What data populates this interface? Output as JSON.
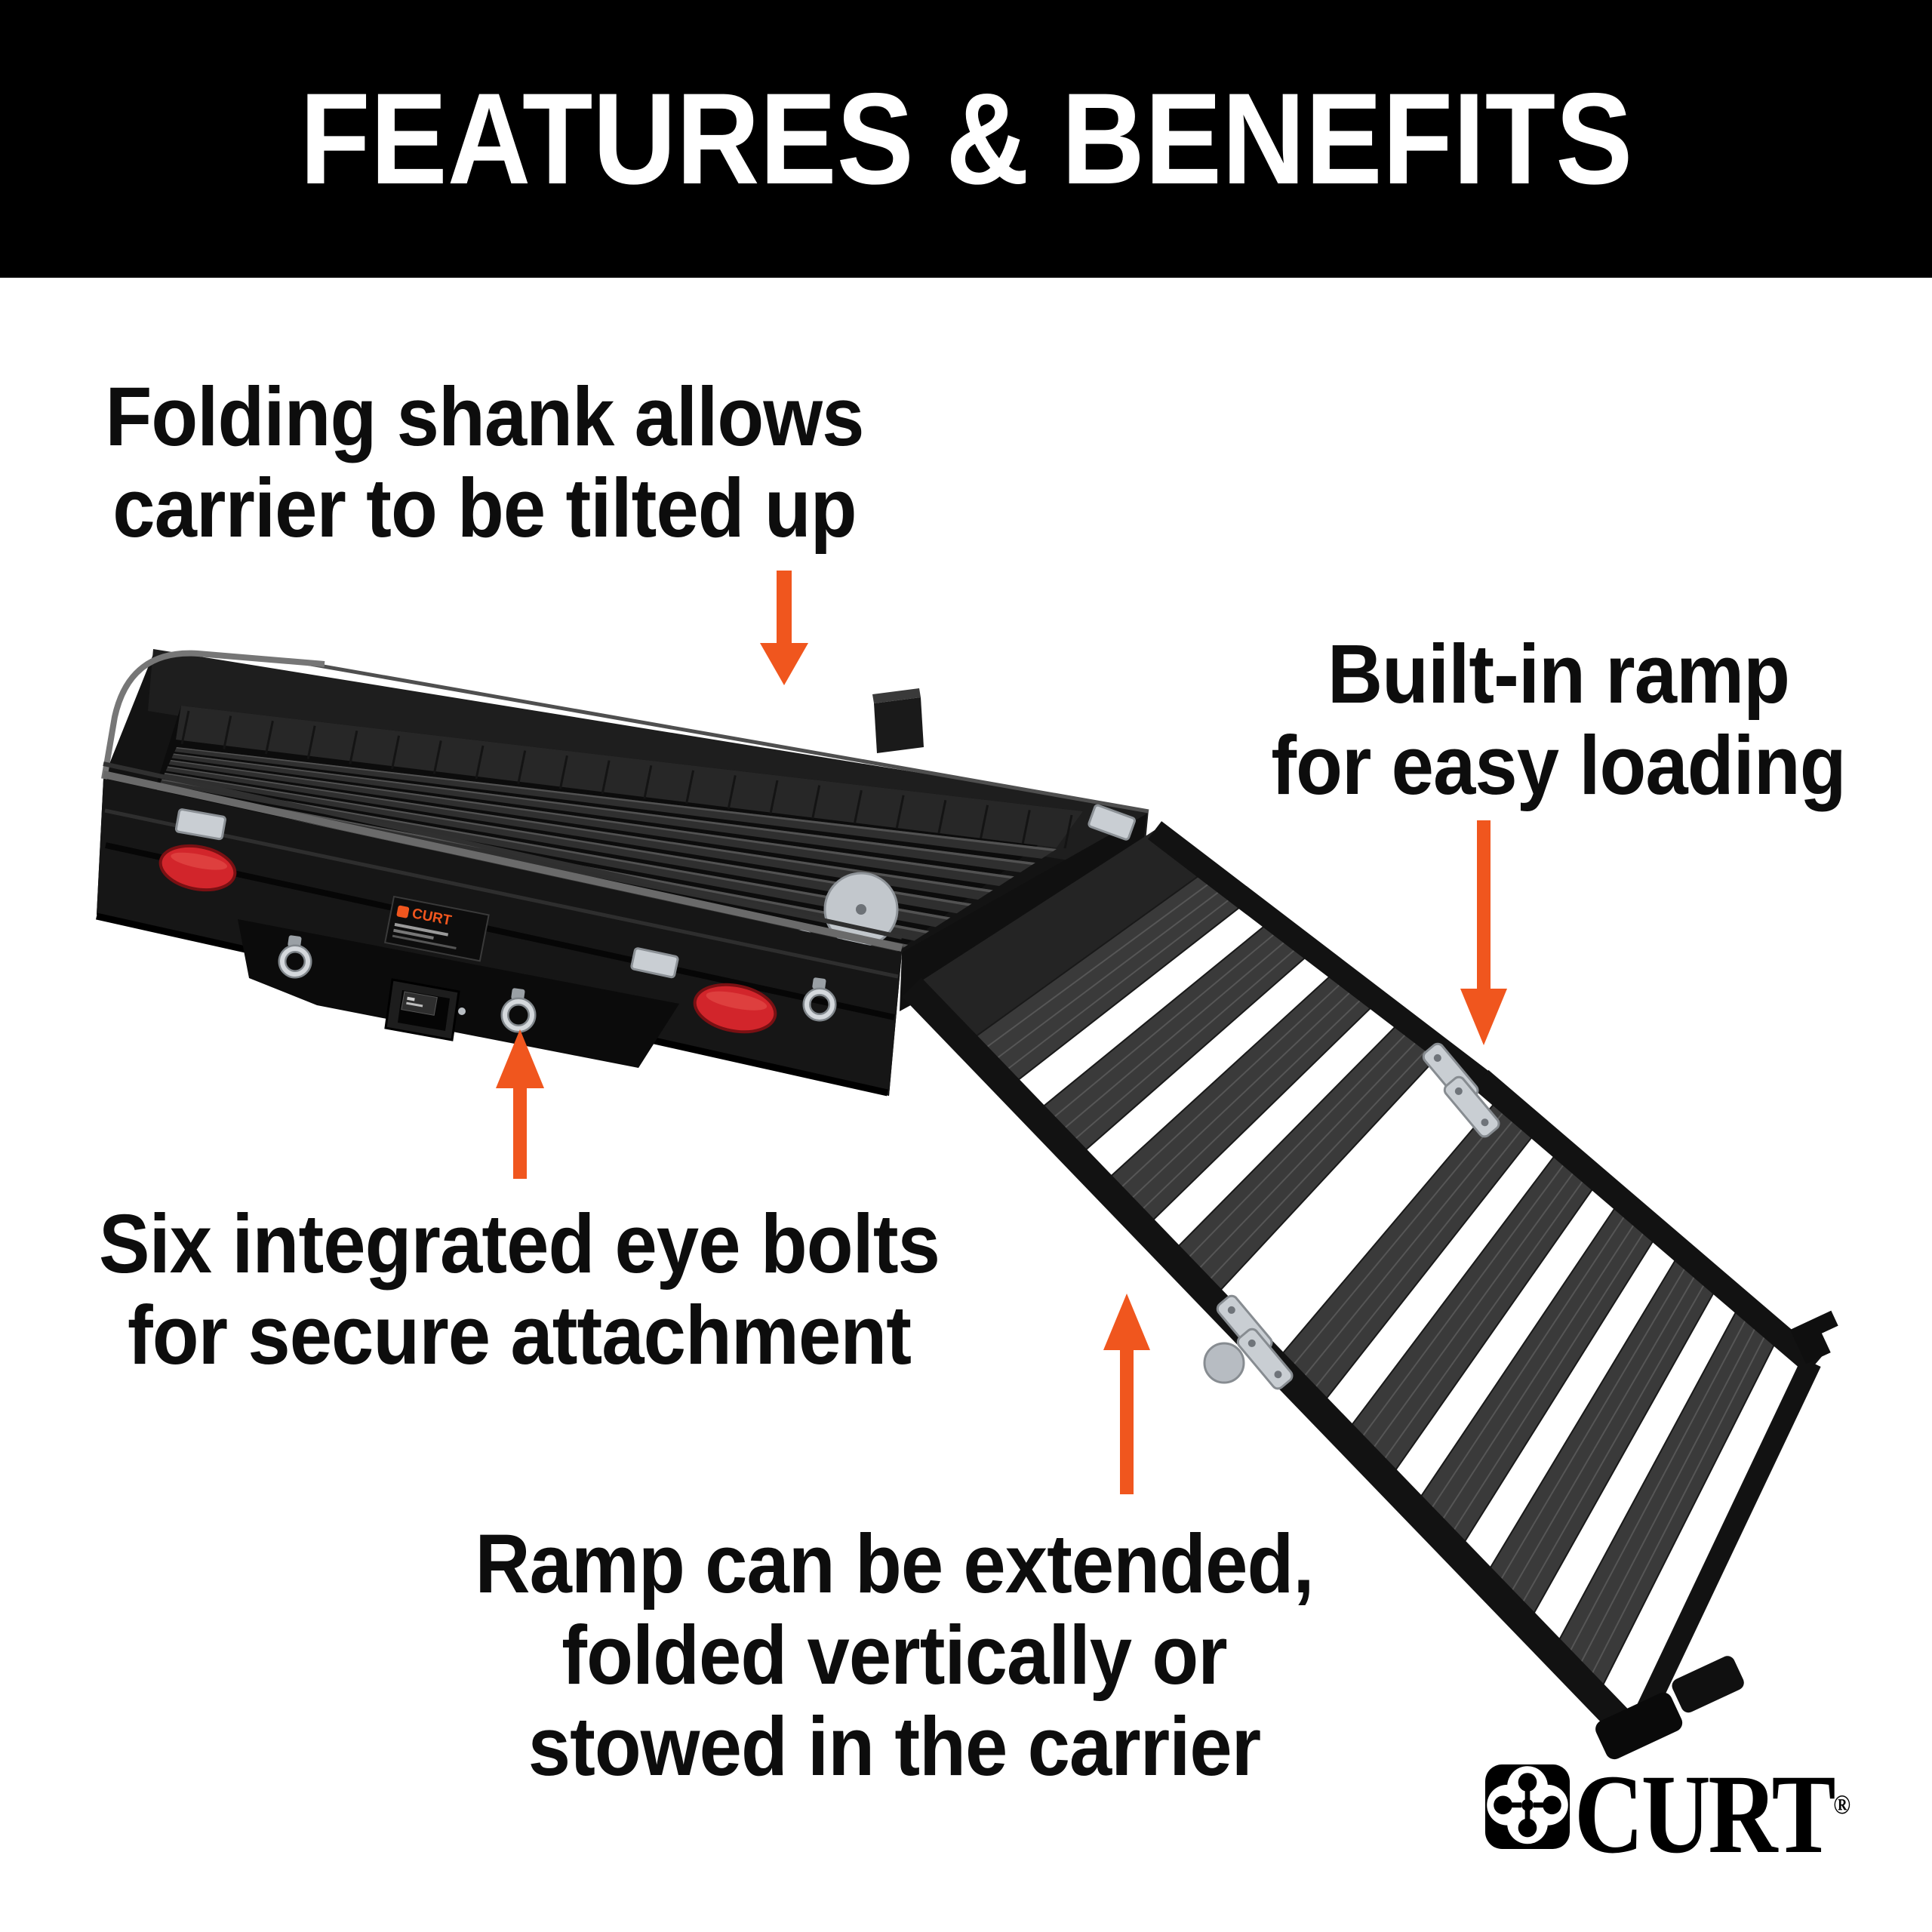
{
  "header": {
    "title": "FEATURES & BENEFITS"
  },
  "callouts": [
    {
      "id": "folding-shank",
      "arrow": "down",
      "lines": [
        "Folding shank allows",
        "carrier to be tilted up"
      ]
    },
    {
      "id": "built-in-ramp",
      "arrow": "down",
      "lines": [
        "Built-in ramp",
        "for easy loading"
      ]
    },
    {
      "id": "eye-bolts",
      "arrow": "up",
      "lines": [
        "Six integrated eye bolts",
        "for secure attachment"
      ]
    },
    {
      "id": "ramp-usage",
      "arrow": "up",
      "lines": [
        "Ramp can be extended,",
        "folded vertically or",
        "stowed in the carrier"
      ]
    }
  ],
  "product": {
    "label_brand": "CURT"
  },
  "logo": {
    "brand": "CURT",
    "registered": "®"
  },
  "colors": {
    "accent_orange": "#F0561E",
    "reflector_red": "#D2252B",
    "banner_black": "#000000",
    "product_black": "#161616",
    "silver": "#C7CCD1"
  }
}
